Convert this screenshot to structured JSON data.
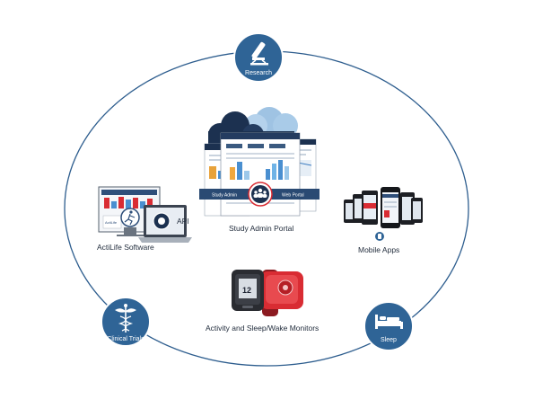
{
  "nodes": {
    "research": "Research",
    "clinical_trials": "Clinical Trials",
    "sleep": "Sleep"
  },
  "items": {
    "portal": "Study Admin Portal",
    "actilife": "ActiLife Software",
    "api": "API",
    "mobile": "Mobile Apps",
    "monitors": "Activity and Sleep/Wake Monitors"
  },
  "portal_screens": {
    "left_banner": "Study Admin",
    "right_banner": "Web Portal"
  },
  "colors": {
    "ring": "#2d5d8e",
    "node_fill": "#2f6496",
    "cloud_dark": "#1c3150",
    "cloud_light": "#9fc3e3",
    "monitor_red": "#d92c33"
  },
  "icons": {
    "research": "microscope-icon",
    "clinical_trials": "caduceus-icon",
    "sleep": "bed-icon"
  }
}
